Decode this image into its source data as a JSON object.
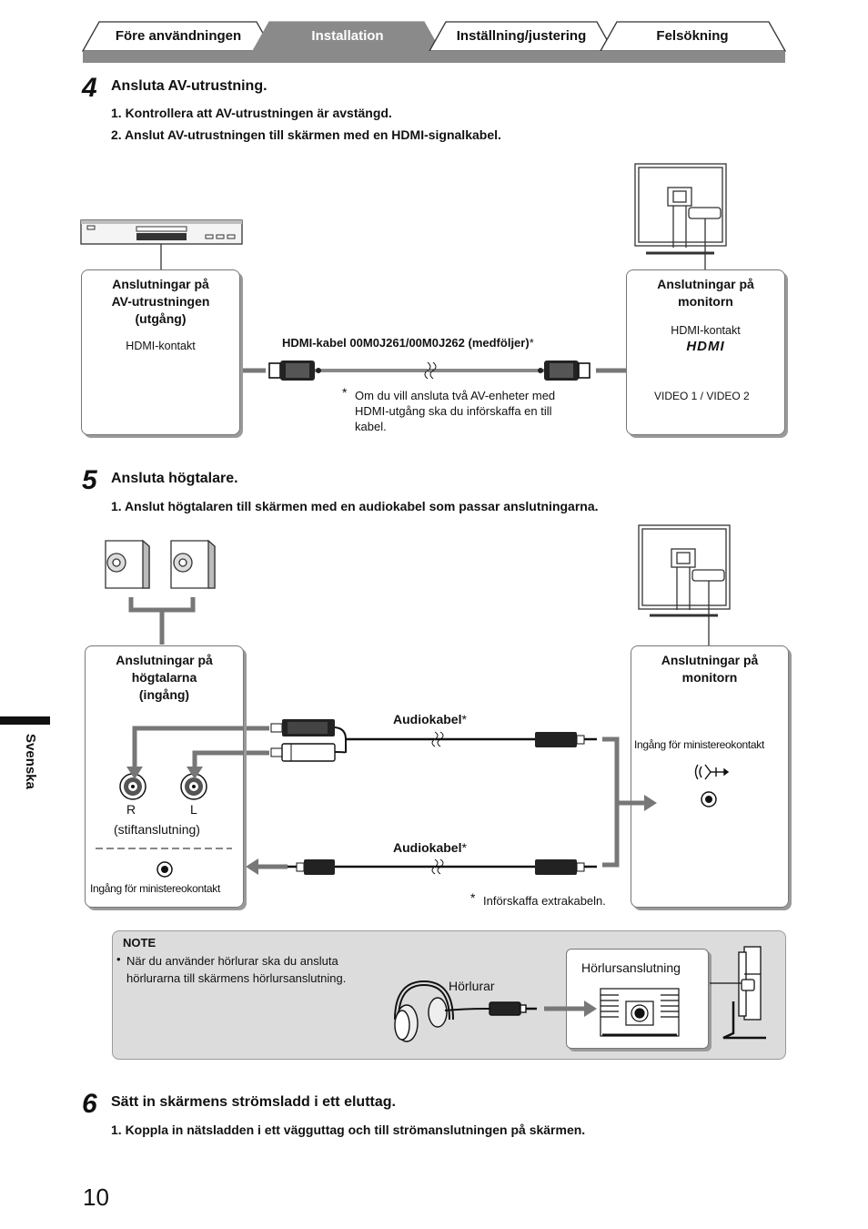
{
  "tabs": [
    {
      "label": "Före användningen"
    },
    {
      "label": "Installation"
    },
    {
      "label": "Inställning/justering"
    },
    {
      "label": "Felsökning"
    }
  ],
  "step4": {
    "number": "4",
    "title": "Ansluta AV-utrustning.",
    "items": [
      "1. Kontrollera att AV-utrustningen är avstängd.",
      "2. Anslut AV-utrustningen till skärmen med en HDMI-signalkabel."
    ],
    "left_box": {
      "title_lines": [
        "Anslutningar på",
        "AV-utrustningen",
        "(utgång)"
      ],
      "connector_label": "HDMI-kontakt"
    },
    "right_box": {
      "title_lines": [
        "Anslutningar på",
        "monitorn"
      ],
      "connector_label": "HDMI-kontakt",
      "logo": "HDMI",
      "video_label": "VIDEO 1 / VIDEO 2"
    },
    "cable_label": "HDMI-kabel 00M0J261/00M0J262 (medföljer)",
    "asterisk": "*",
    "footnote_lines": [
      "Om du vill ansluta två AV-enheter med",
      "HDMI-utgång ska du införskaffa en till",
      "kabel."
    ]
  },
  "step5": {
    "number": "5",
    "title": "Ansluta högtalare.",
    "items": [
      "1. Anslut högtalaren till skärmen med en audiokabel som passar anslutningarna."
    ],
    "left_box": {
      "title_lines": [
        "Anslutningar på",
        "högtalarna",
        "(ingång)"
      ],
      "r_label": "R",
      "l_label": "L",
      "pin_label": "(stiftanslutning)",
      "mini_label": "Ingång för ministereokontakt"
    },
    "right_box": {
      "title_lines": [
        "Anslutningar på",
        "monitorn"
      ],
      "mini_label": "Ingång för ministereokontakt"
    },
    "cable_label_1": "Audiokabel",
    "cable_label_2": "Audiokabel",
    "asterisk": "*",
    "footnote": "Införskaffa extrakabeln."
  },
  "note": {
    "heading": "NOTE",
    "bullet": "•",
    "lines": [
      "När du använder hörlurar ska du ansluta",
      "hörlurarna till skärmens hörlursanslutning."
    ],
    "headphones_label": "Hörlurar",
    "jack_label": "Hörlursanslutning"
  },
  "step6": {
    "number": "6",
    "title": "Sätt in skärmens strömsladd i ett eluttag.",
    "items": [
      "1. Koppla in nätsladden i ett vägguttag och till strömanslutningen på skärmen."
    ]
  },
  "side_label": "Svenska",
  "page_number": "10",
  "colors": {
    "tab_active": "#8a8a8a",
    "arrow": "#777777",
    "note_bg": "#dcdcdc"
  }
}
